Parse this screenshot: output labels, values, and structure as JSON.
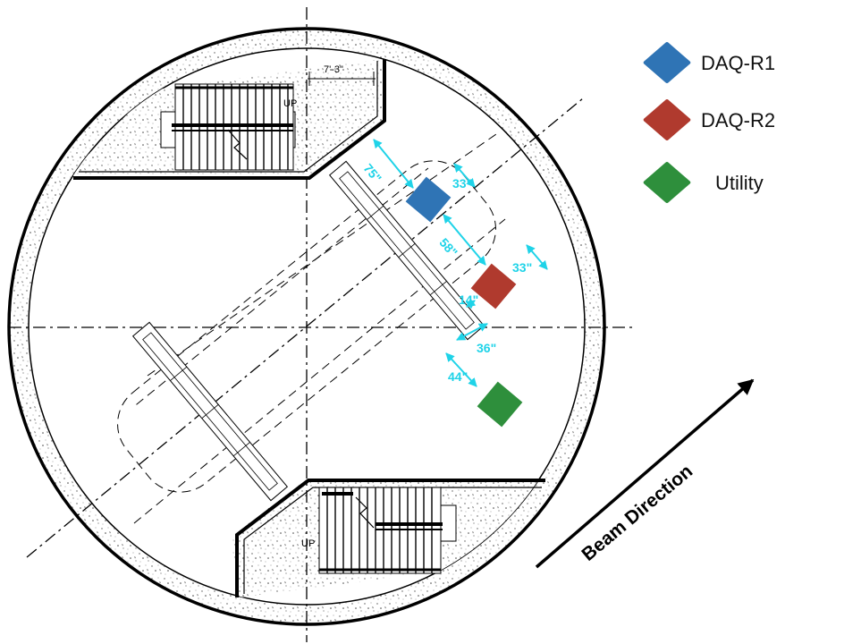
{
  "legend": {
    "items": [
      {
        "label": "DAQ-R1",
        "color": "#2f74b5"
      },
      {
        "label": "DAQ-R2",
        "color": "#b03a2e"
      },
      {
        "label": "Utility",
        "color": "#2e8f3c"
      }
    ]
  },
  "plan": {
    "top_stair_width": "7'-3\"",
    "top_stair_up": "UP",
    "bottom_stair_up": "UP"
  },
  "dimensions": {
    "d75": "75\"",
    "d33a": "33\"",
    "d58": "58\"",
    "d33b": "33\"",
    "d14": "14\"",
    "d36": "36\"",
    "d44": "44\""
  },
  "beam": {
    "label": "Beam Direction"
  },
  "colors": {
    "dimension": "#1fd3e8",
    "daq_r1": "#2f74b5",
    "daq_r2": "#b03a2e",
    "utility": "#2e8f3c"
  }
}
